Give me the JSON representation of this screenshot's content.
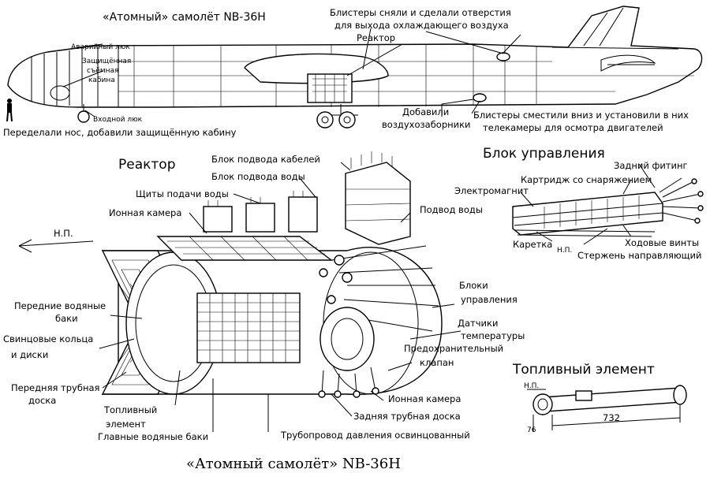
{
  "aircraft": {
    "title": "«Атомный» самолёт NB-36H",
    "labels": {
      "blisters_removed_1": "Блистеры  сняли и сделали отверстия",
      "blisters_removed_2": "для выхода охлаждающего воздуха",
      "reactor": "Реактор",
      "emergency_hatch": "Аварийный люк",
      "cabin_1": "Защищённая",
      "cabin_2": "съёмная",
      "cabin_3": "кабина",
      "entry_hatch": "Входной люк",
      "nose_note": "Переделали нос, добавили защищённую кабину",
      "air_intakes_1": "Добавили",
      "air_intakes_2": "воздухозаборники",
      "blisters_moved_1": "Блистеры сместили вниз и установили в них",
      "blisters_moved_2": "телекамеры для осмотра двигателей"
    }
  },
  "reactor": {
    "heading": "Реактор",
    "np": "Н.П.",
    "labels": {
      "cable_supply": "Блок подвода кабелей",
      "water_supply_block": "Блок подвода воды",
      "water_shields": "Щиты подачи воды",
      "ion_chamber_top": "Ионная камера",
      "water_inlet": "Подвод воды",
      "front_tanks_1": "Передние водяные",
      "front_tanks_2": "баки",
      "lead_rings_1": "Свинцовые кольца",
      "lead_rings_2": "и диски",
      "front_tube_sheet_1": "Передняя трубная",
      "front_tube_sheet_2": "доска",
      "fuel_element_1": "Топливный",
      "fuel_element_2": "элемент",
      "main_tanks": "Главные водяные баки",
      "control_blocks_1": "Блоки",
      "control_blocks_2": "управления",
      "temp_sensors_1": "Датчики",
      "temp_sensors_2": "температуры",
      "safety_valve_1": "Предохранительный",
      "safety_valve_2": "клапан",
      "ion_chamber_bottom": "Ионная камера",
      "rear_tube_sheet": "Задняя трубная доска",
      "pipeline": "Трубопровод давления освинцованный"
    }
  },
  "control_block": {
    "heading": "Блок управления",
    "np": "Н.П.",
    "labels": {
      "rear_fitting": "Задний фитинг",
      "cartridge": "Картридж со снаряжением",
      "electromagnet": "Электромагнит",
      "carriage": "Каретка",
      "lead_screws": "Ходовые винты",
      "guide_rod": "Стержень направляющий"
    }
  },
  "fuel_element": {
    "heading": "Топливный элемент",
    "np": "Н.П.",
    "dim_length": "732",
    "dim_diameter": "76"
  },
  "caption": "«Атомный самолёт» NB-36H"
}
